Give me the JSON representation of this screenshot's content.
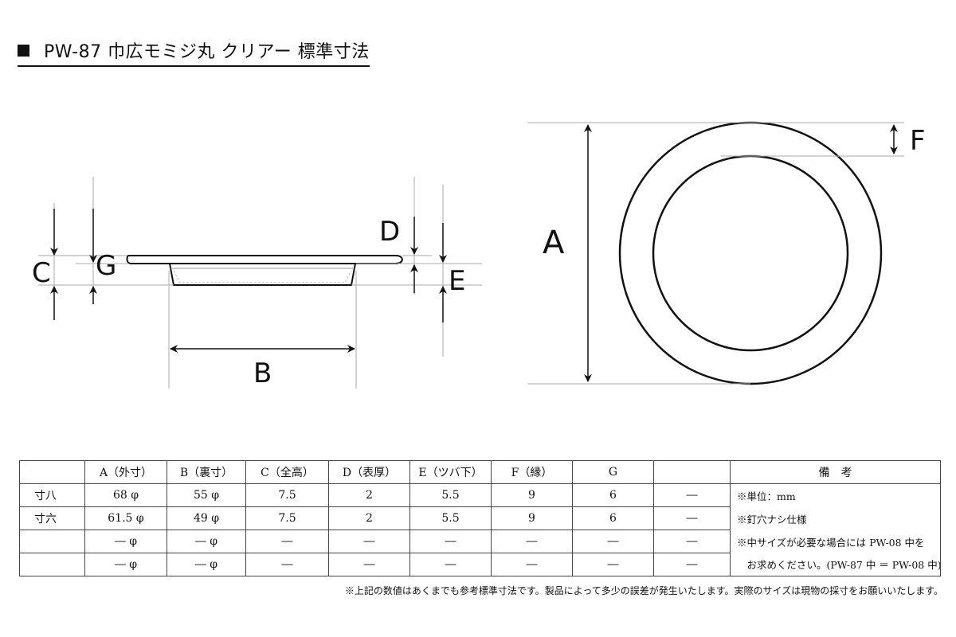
{
  "title": "PW-87 巾広モミジ丸 クリアー 標準寸法",
  "dimension_labels": {
    "A": "A",
    "B": "B",
    "C": "C",
    "D": "D",
    "E": "E",
    "F": "F",
    "G": "G"
  },
  "table": {
    "headers": [
      "",
      "A（外寸）",
      "B（裏寸）",
      "C（全高）",
      "D（表厚）",
      "E（ツバ下）",
      "F（縁）",
      "G",
      "",
      "備　考"
    ],
    "rows": [
      [
        "寸八",
        "68 φ",
        "55 φ",
        "7.5",
        "2",
        "5.5",
        "9",
        "6",
        "―"
      ],
      [
        "寸六",
        "61.5 φ",
        "49 φ",
        "7.5",
        "2",
        "5.5",
        "9",
        "6",
        "―"
      ],
      [
        "",
        "― φ",
        "― φ",
        "―",
        "―",
        "―",
        "―",
        "―",
        "―"
      ],
      [
        "",
        "― φ",
        "― φ",
        "―",
        "―",
        "―",
        "―",
        "―",
        "―"
      ]
    ],
    "notes": [
      "※単位：mm",
      "※釘穴ナシ仕様",
      "※中サイズが必要な場合には PW-08 中を",
      "　お求めください。(PW-87 中 ＝ PW-08 中)"
    ]
  },
  "footnote": "※上記の数値はあくまでも参考標準寸法です。製品によって多少の誤差が発生いたします。実際のサイズは現物の採寸をお願いいたします。"
}
